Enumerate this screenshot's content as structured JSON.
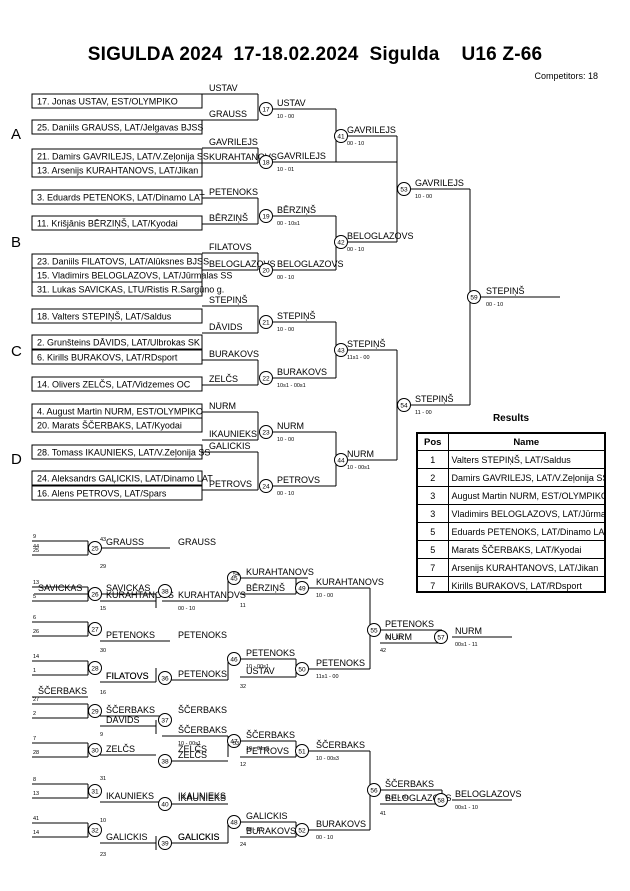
{
  "header": {
    "title": "SIGULDA 2024  17-18.02.2024  Sigulda    U16 Z-66",
    "competitors": "Competitors: 18"
  },
  "pools": [
    "A",
    "B",
    "C",
    "D"
  ],
  "entries": [
    "17. Jonas USTAV, EST/OLYMPIKO",
    "25. Daniils GRAUSS, LAT/Jelgavas BJSS",
    "21. Damirs GAVRILEJS, LAT/V.Zeļonija SS",
    "13. Arsenijs KURAHTANOVS, LAT/Jikan",
    "3. Eduards PETENOKS, LAT/Dinamo LAT",
    "11. Krišjānis BĒRZIŅŠ, LAT/Kyodai",
    "23. Daniils FILATOVS, LAT/Alūksnes BJSS",
    "15. Vladimirs BELOGLAZOVS, LAT/Jūrmalas SS",
    "31. Lukas SAVICKAS, LTU/Ristis R.Sargūno g.",
    "18. Valters STEPIŅŠ, LAT/Saldus",
    "2. Grunšteins DĀVIDS, LAT/Ulbrokas SK",
    "6. Kirills BURAKOVS, LAT/RDsport",
    "14. Olivers ZELČS, LAT/Vidzemes OC",
    "4. August Martin NURM, EST/OLYMPIKO",
    "20. Marats ŠČERBAKS, LAT/Kyodai",
    "28. Tomass IKAUNIEKS, LAT/V.Zeļonija SS",
    "24. Aleksandrs GAĻICKIS, LAT/Dinamo LAT",
    "16. Alens PETROVS, LAT/Spars"
  ],
  "nodes": [
    {
      "t": "USTAV",
      "n": "",
      "s": ""
    },
    {
      "t": "GRAUSS",
      "n": "",
      "s": ""
    },
    {
      "t": "USTAV",
      "n": "17",
      "s": "10 - 00"
    },
    {
      "t": "GAVRILEJS",
      "n": "",
      "s": ""
    },
    {
      "t": "KURAHTANOVS",
      "n": "",
      "s": ""
    },
    {
      "t": "GAVRILEJS",
      "n": "18",
      "s": "10 - 01"
    },
    {
      "t": "GAVRILEJS",
      "n": "41",
      "s": "00 - 10"
    },
    {
      "t": "PETENOKS",
      "n": "",
      "s": ""
    },
    {
      "t": "BĒRZIŅŠ",
      "n": "",
      "s": ""
    },
    {
      "t": "BĒRZIŅŠ",
      "n": "19",
      "s": "00 - 10s1"
    },
    {
      "t": "FILATOVS",
      "n": "",
      "s": ""
    },
    {
      "t": "BELOGLAZOVS",
      "n": "",
      "s": ""
    },
    {
      "t": "BELOGLAZOVS",
      "n": "20",
      "s": "00 - 10"
    },
    {
      "t": "BELOGLAZOVS",
      "n": "42",
      "s": "00 - 10"
    },
    {
      "t": "GAVRILEJS",
      "n": "53",
      "s": "10 - 00"
    },
    {
      "t": "STEPIŅŠ",
      "n": "",
      "s": ""
    },
    {
      "t": "DĀVIDS",
      "n": "",
      "s": ""
    },
    {
      "t": "STEPIŅŠ",
      "n": "21",
      "s": "10 - 00"
    },
    {
      "t": "BURAKOVS",
      "n": "",
      "s": ""
    },
    {
      "t": "ZELČS",
      "n": "",
      "s": ""
    },
    {
      "t": "BURAKOVS",
      "n": "22",
      "s": "10s1 - 00s1"
    },
    {
      "t": "STEPIŅŠ",
      "n": "43",
      "s": "11s1 - 00"
    },
    {
      "t": "NURM",
      "n": "",
      "s": ""
    },
    {
      "t": "IKAUNIEKS",
      "n": "",
      "s": ""
    },
    {
      "t": "NURM",
      "n": "23",
      "s": "10 - 00"
    },
    {
      "t": "GALICKIS",
      "n": "",
      "s": ""
    },
    {
      "t": "PETROVS",
      "n": "",
      "s": ""
    },
    {
      "t": "PETROVS",
      "n": "24",
      "s": "00 - 10"
    },
    {
      "t": "NURM",
      "n": "44",
      "s": "10 - 00s1"
    },
    {
      "t": "STEPIŅŠ",
      "n": "54",
      "s": "11 - 00"
    },
    {
      "t": "STEPIŅŠ",
      "n": "59",
      "s": "00 - 10"
    },
    {
      "t": "ŠČERBAKS",
      "n": "",
      "s": ""
    },
    {
      "t": "GRAUSS",
      "n": "25",
      "s": ""
    },
    {
      "t": "GRAUSS",
      "n": "",
      "s": ""
    },
    {
      "t": "SAVICKAS",
      "n": "",
      "s": ""
    },
    {
      "t": "SAVICKAS",
      "n": "26",
      "s": ""
    },
    {
      "t": "KURAHTANOVS",
      "n": "",
      "s": ""
    },
    {
      "t": "KURAHTANOVS",
      "n": "38",
      "s": "00 - 10"
    },
    {
      "t": "KURAHTANOVS",
      "n": "45",
      "s": ""
    },
    {
      "t": "BĒRZIŅŠ",
      "n": "",
      "s": ""
    },
    {
      "t": "KURAHTANOVS",
      "n": "49",
      "s": "10 - 00"
    },
    {
      "t": "PETENOKS",
      "n": "27",
      "s": ""
    },
    {
      "t": "PETENOKS",
      "n": "",
      "s": ""
    },
    {
      "t": "FILATOVS",
      "n": "28",
      "s": ""
    },
    {
      "t": "FILATOVS",
      "n": "",
      "s": ""
    },
    {
      "t": "PETENOKS",
      "n": "36",
      "s": ""
    },
    {
      "t": "PETENOKS",
      "n": "46",
      "s": "10 - 00s1"
    },
    {
      "t": "USTAV",
      "n": "",
      "s": ""
    },
    {
      "t": "PETENOKS",
      "n": "50",
      "s": "11s1 - 00"
    },
    {
      "t": "PETENOKS",
      "n": "55",
      "s": "00 - 10"
    },
    {
      "t": "NURM",
      "n": "",
      "s": ""
    },
    {
      "t": "NURM",
      "n": "57",
      "s": "00s1 - 11"
    },
    {
      "t": "ŠČERBAKS",
      "n": "29",
      "s": ""
    },
    {
      "t": "ŠČERBAKS",
      "n": "",
      "s": ""
    },
    {
      "t": "DĀVIDS",
      "n": "",
      "s": ""
    },
    {
      "t": "ŠČERBAKS",
      "n": "37",
      "s": "10 - 00s1"
    },
    {
      "t": "ZELČS",
      "n": "30",
      "s": ""
    },
    {
      "t": "ZELČS",
      "n": "",
      "s": ""
    },
    {
      "t": "ŠČERBAKS",
      "n": "47",
      "s": "10 - 01s2"
    },
    {
      "t": "PETROVS",
      "n": "",
      "s": ""
    },
    {
      "t": "ŠČERBAKS",
      "n": "51",
      "s": "10 - 00s3"
    },
    {
      "t": "IKAUNIEKS",
      "n": "31",
      "s": ""
    },
    {
      "t": "IKAUNIEKS",
      "n": "",
      "s": ""
    },
    {
      "t": "GALICKIS",
      "n": "32",
      "s": ""
    },
    {
      "t": "GALICKIS",
      "n": "",
      "s": ""
    },
    {
      "t": "GALICKIS",
      "n": "48",
      "s": "00 - 11"
    },
    {
      "t": "BURAKOVS",
      "n": "",
      "s": ""
    },
    {
      "t": "BURAKOVS",
      "n": "52",
      "s": "00 - 10"
    },
    {
      "t": "ŠČERBAKS",
      "n": "56",
      "s": "01s1 - 00"
    },
    {
      "t": "BELOGLAZOVS",
      "n": "",
      "s": ""
    },
    {
      "t": "BELOGLAZOVS",
      "n": "58",
      "s": "00s1 - 10"
    },
    {
      "t": "IKAUNIEKS",
      "n": "40",
      "s": ""
    },
    {
      "t": "GALICKIS",
      "n": "39",
      "s": ""
    },
    {
      "t": "ZELČS",
      "n": "38",
      "s": ""
    }
  ],
  "source_numbers": [
    "9",
    "25",
    "13",
    "5",
    "6",
    "26",
    "14",
    "1",
    "27",
    "2",
    "7",
    "28",
    "8",
    "13",
    "41",
    "14",
    "29",
    "15",
    "30",
    "16",
    "9",
    "31",
    "10",
    "23",
    "11",
    "32",
    "12",
    "24",
    "42",
    "41",
    "44",
    "43",
    "54",
    "53"
  ],
  "results": {
    "title": "Results",
    "columns": [
      "Pos",
      "Name"
    ],
    "rows": [
      {
        "pos": "1",
        "name": "Valters STEPIŅŠ, LAT/Saldus"
      },
      {
        "pos": "2",
        "name": "Damirs GAVRILEJS, LAT/V.Zeļonija SS"
      },
      {
        "pos": "3",
        "name": "August Martin NURM, EST/OLYMPIKO"
      },
      {
        "pos": "3",
        "name": "Vladimirs BELOGLAZOVS, LAT/Jūrmalas SS"
      },
      {
        "pos": "5",
        "name": "Eduards PETENOKS, LAT/Dinamo LAT"
      },
      {
        "pos": "5",
        "name": "Marats ŠČERBAKS, LAT/Kyodai"
      },
      {
        "pos": "7",
        "name": "Arsenijs KURAHTANOVS, LAT/Jikan"
      },
      {
        "pos": "7",
        "name": "Kirills BURAKOVS, LAT/RDsport"
      }
    ]
  }
}
